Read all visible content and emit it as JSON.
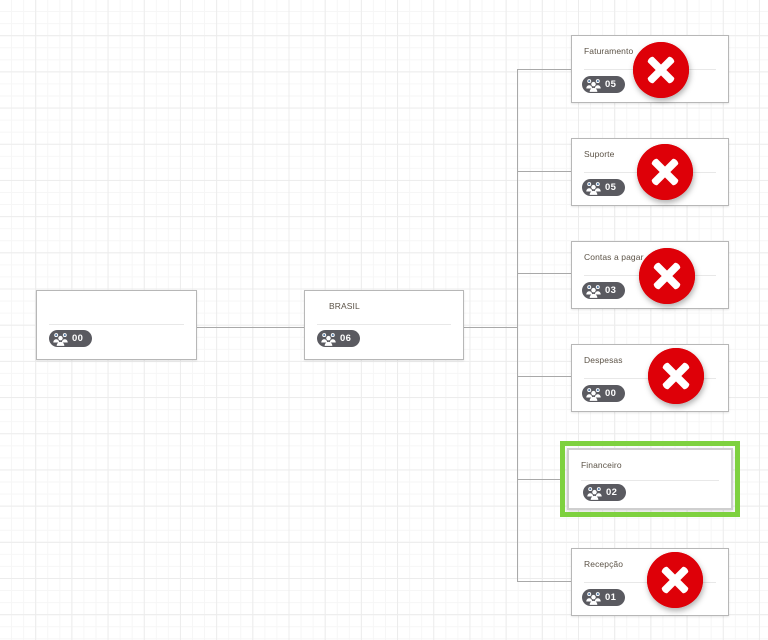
{
  "canvas": {
    "background_color": "#ffffff",
    "grid_color": "#ececec",
    "connector_color": "#a9a9a9"
  },
  "theme": {
    "node_border": "#b7b7b7",
    "title_color": "#5c5347",
    "badge_bg": "#5a5a60",
    "badge_text": "#ffffff",
    "remove_red": "#de0008",
    "selected_green": "#7ed13f"
  },
  "icons": {
    "users": "users-group-icon",
    "remove": "remove-x-icon"
  },
  "nodes": [
    {
      "id": "root",
      "title": "",
      "count": "00",
      "selected": false,
      "removable": false,
      "indent": false
    },
    {
      "id": "brasil",
      "title": "BRASIL",
      "count": "06",
      "selected": false,
      "removable": false,
      "indent": true
    },
    {
      "id": "faturamento",
      "title": "Faturamento",
      "count": "05",
      "selected": false,
      "removable": true,
      "indent": false
    },
    {
      "id": "suporte",
      "title": "Suporte",
      "count": "05",
      "selected": false,
      "removable": true,
      "indent": false
    },
    {
      "id": "contas-a-pagar",
      "title": "Contas a pagar",
      "count": "03",
      "selected": false,
      "removable": true,
      "indent": false
    },
    {
      "id": "despesas",
      "title": "Despesas",
      "count": "00",
      "selected": false,
      "removable": true,
      "indent": false
    },
    {
      "id": "financeiro",
      "title": "Financeiro",
      "count": "02",
      "selected": true,
      "removable": false,
      "indent": false
    },
    {
      "id": "recepcao",
      "title": "Recepção",
      "count": "01",
      "selected": false,
      "removable": true,
      "indent": false
    }
  ]
}
